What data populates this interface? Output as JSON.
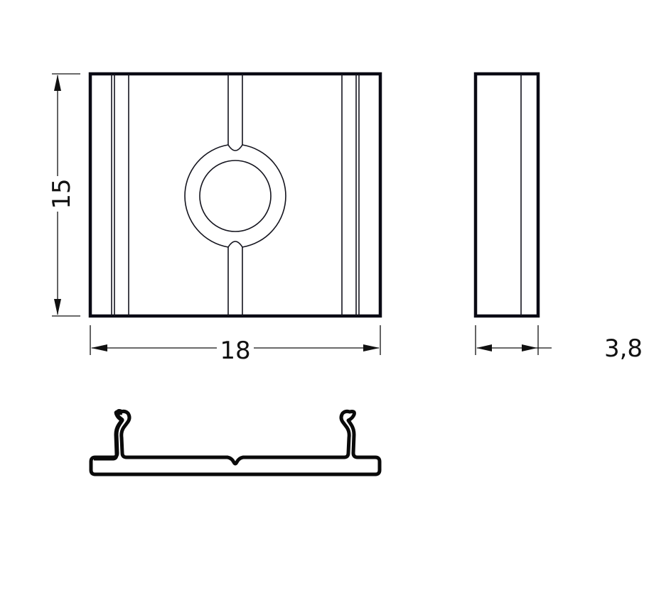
{
  "drawing": {
    "title": "End cap / mounting clip technical drawing",
    "views": [
      "front-view",
      "side-view",
      "profile-view"
    ]
  },
  "dimensions": {
    "height": {
      "value": "15",
      "label": "15"
    },
    "width": {
      "value": "18",
      "label": "18"
    },
    "depth": {
      "value": "3,8",
      "label": "3,8"
    }
  },
  "colors": {
    "line": "#0a0a14",
    "background": "#ffffff"
  }
}
